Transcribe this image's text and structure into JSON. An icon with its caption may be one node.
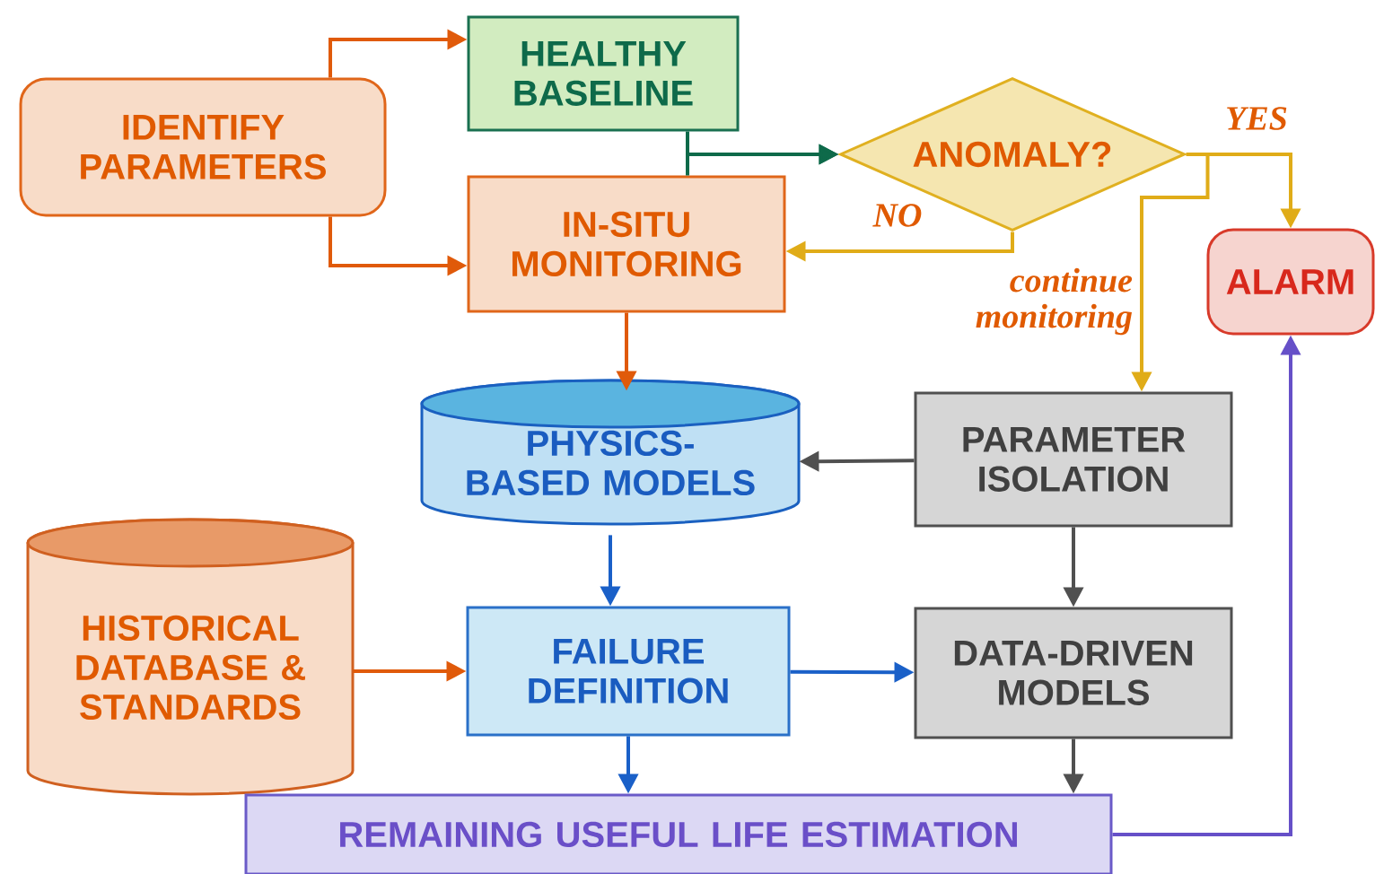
{
  "diagram": {
    "nodes": [
      {
        "text": [
          "IDENTIFY PARAMETERS"
        ]
      },
      {
        "text": [
          "HEALTHY BASELINE"
        ]
      },
      {
        "text": [
          "IN-SITU MONITORING"
        ]
      },
      {
        "text": [
          "ANOMALY?"
        ]
      },
      {
        "text": [
          "ALARM"
        ]
      },
      {
        "text": [
          "PHYSICS-BASED MODELS"
        ]
      },
      {
        "text": [
          "PARAMETER ISOLATION"
        ]
      },
      {
        "text": [
          "HISTORICAL DATABASE & STANDARDS"
        ]
      },
      {
        "text": [
          "FAILURE DEFINITION"
        ]
      },
      {
        "text": [
          "DATA-DRIVEN MODELS"
        ]
      },
      {
        "text": [
          "REMAINING USEFUL LIFE ESTIMATION"
        ]
      }
    ],
    "edges": [
      {
        "from": 0,
        "to": 1,
        "arrow": "to",
        "color": "#e05a0a"
      },
      {
        "from": 0,
        "to": 2,
        "arrow": "to",
        "color": "#e05a0a"
      },
      {
        "from": 1,
        "to": 3,
        "arrow": "to",
        "color": "#0e6a4a"
      },
      {
        "from": 2,
        "to": 3,
        "arrow": "to",
        "color": "#0e6a4a"
      },
      {
        "from": 3,
        "to": 2,
        "arrow": "to",
        "label": "NO",
        "color": "#e0ac18"
      },
      {
        "from": 3,
        "to": 4,
        "arrow": "to",
        "label": "YES",
        "color": "#e0ac18"
      },
      {
        "from": 3,
        "to": 6,
        "arrow": "to",
        "label": "continue monitoring",
        "color": "#e0ac18"
      },
      {
        "from": 2,
        "to": 5,
        "arrow": "to",
        "color": "#e05a0a"
      },
      {
        "from": 6,
        "to": 5,
        "arrow": "to",
        "color": "#505050"
      },
      {
        "from": 6,
        "to": 9,
        "arrow": "to",
        "color": "#505050"
      },
      {
        "from": 5,
        "to": 8,
        "arrow": "to",
        "color": "#1a60c8"
      },
      {
        "from": 7,
        "to": 8,
        "arrow": "to",
        "color": "#e05a0a"
      },
      {
        "from": 8,
        "to": 9,
        "arrow": "to",
        "color": "#1a60c8"
      },
      {
        "from": 8,
        "to": 10,
        "arrow": "to",
        "color": "#1a60c8"
      },
      {
        "from": 9,
        "to": 10,
        "arrow": "to",
        "color": "#505050"
      },
      {
        "from": 10,
        "to": 4,
        "arrow": "to",
        "color": "#6650c8"
      }
    ]
  }
}
